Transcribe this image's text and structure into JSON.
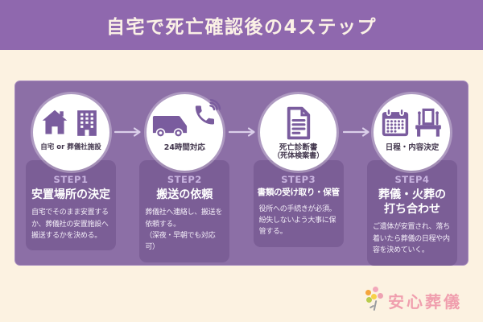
{
  "page": {
    "bg_color": "#FCF2E1"
  },
  "header": {
    "title": "自宅で死亡確認後の4ステップ",
    "bg_color": "#8F68AE",
    "text_color": "#FBF1E6"
  },
  "panel": {
    "bg_color": "#8C6FA6",
    "card_color": "#7B5E96",
    "step_label_color": "#C8B3DF",
    "arrow_color": "#DBCFEA",
    "icon_color": "#7A5C9E"
  },
  "steps": [
    {
      "icons": [
        "home-icon",
        "office-building-icon"
      ],
      "circle_label": "自宅 or 葬儀社施設",
      "circle_label2": "",
      "step_label": "STEP1",
      "title": "安置場所の決定",
      "title2": "",
      "desc": "自宅でそのまま安置する\nか、葬儀社の安置施設へ\n搬送するかを決める。"
    },
    {
      "icons": [
        "van-icon",
        "phone-call-icon"
      ],
      "circle_label": "24時間対応",
      "circle_label2": "",
      "step_label": "STEP2",
      "title": "搬送の依頼",
      "title2": "",
      "desc": "葬儀社へ連絡し、搬送を\n依頼する。\n（深夜・早朝でも対応可）"
    },
    {
      "icons": [
        "document-icon"
      ],
      "circle_label": "死亡診断書",
      "circle_label2": "（死体検案書）",
      "step_label": "STEP3",
      "title": "書類の受け取り・保管",
      "title2": "",
      "desc": "役所への手続きが必須。\n紛失しないよう大事に保管する。"
    },
    {
      "icons": [
        "calendar-icon",
        "altar-icon"
      ],
      "circle_label": "日程・内容決定",
      "circle_label2": "",
      "step_label": "STEP4",
      "title": "葬儀・火葬の",
      "title2": "打ち合わせ",
      "desc": "ご遺体が安置され、落ち\n着いたら葬儀の日程や内\n容を決めていく。"
    }
  ],
  "logo": {
    "text": "安心葬儀",
    "color": "#F09FAE",
    "flower_colors": [
      "#F2A8BA",
      "#F5A53C",
      "#EEA2B2",
      "#F7D148",
      "#B9CC4D"
    ]
  }
}
